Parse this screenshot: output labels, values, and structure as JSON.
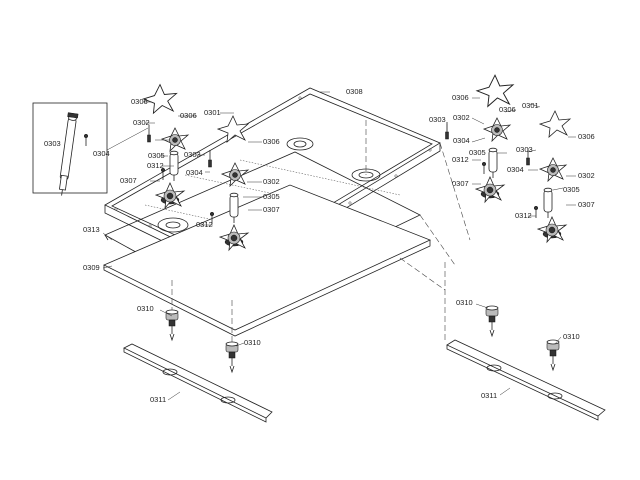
{
  "labels": {
    "l0308": "0308",
    "l0306a": "0306",
    "l0306b": "0306",
    "l0306c": "0306",
    "l0301": "0301",
    "l0302a": "0302",
    "l0302b": "0302",
    "l0303a": "0303",
    "l0303b": "0303",
    "l0304a": "0304",
    "l0304b": "0304",
    "l0305a": "0305",
    "l0305b": "0305",
    "l0312a": "0312",
    "l0312b": "0312",
    "l0307a": "0307",
    "l0307b": "0307",
    "l0313": "0313",
    "l0309": "0309",
    "l0310a": "0310",
    "l0310b": "0310",
    "l0311": "0311",
    "r0306a": "0306",
    "r0306b": "0306",
    "r0306c": "0306",
    "r0301": "0301",
    "r0303": "0303",
    "r0302a": "0302",
    "r0302b": "0302",
    "r0304a": "0304",
    "r0304b": "0304",
    "r0305a": "0305",
    "r0305b": "0305",
    "r0303b": "0303",
    "r0312a": "0312",
    "r0312b": "0312",
    "r0307a": "0307",
    "r0307b": "0307",
    "r0310a": "0310",
    "r0310b": "0310",
    "r0311": "0311"
  }
}
